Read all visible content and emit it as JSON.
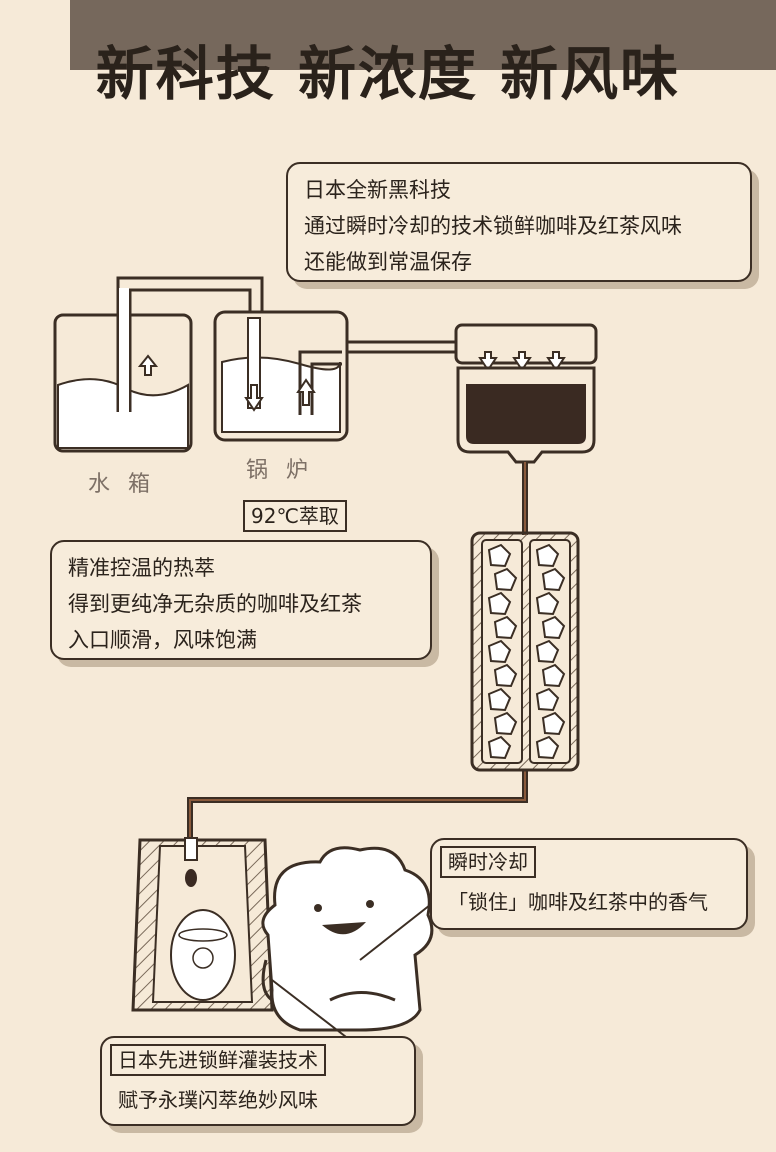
{
  "title": "新科技 新浓度 新风味",
  "tech_box": {
    "lines": [
      "日本全新黑科技",
      "通过瞬时冷却的技术锁鲜咖啡及红茶风味",
      "还能做到常温保存"
    ]
  },
  "labels": {
    "water_tank": "水箱",
    "boiler": "锅炉"
  },
  "extraction_tag": "92℃萃取",
  "extraction_box": {
    "lines": [
      "精准控温的热萃",
      "得到更纯净无杂质的咖啡及红茶",
      "入口顺滑，风味饱满"
    ]
  },
  "cooling_tag": "瞬时冷却",
  "cooling_text": "「锁住」咖啡及红茶中的香气",
  "filling_tag": "日本先进锁鲜灌装技术",
  "filling_text": "赋予永璞闪萃绝妙风味",
  "colors": {
    "background": "#f6ead8",
    "ink": "#2b231c",
    "coffee": "#3a2a22",
    "band": "#76685c"
  }
}
